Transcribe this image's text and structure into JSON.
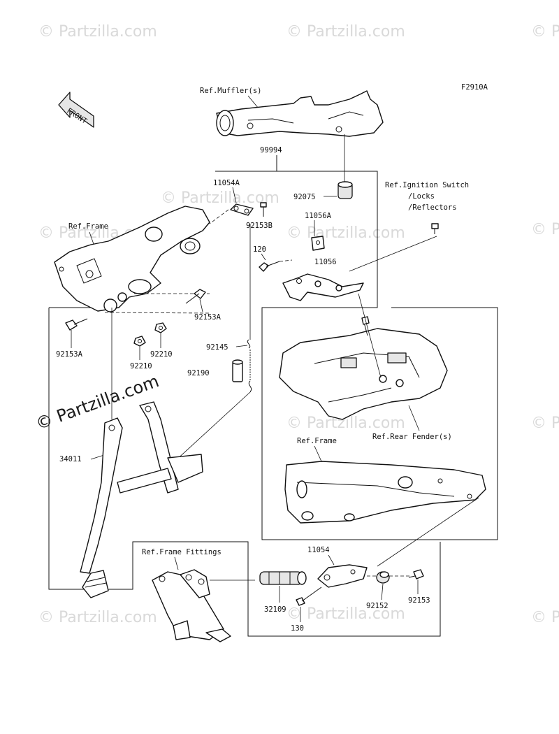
{
  "diagram_code": "F2910A",
  "front_arrow_label": "FRONT",
  "watermarks": {
    "light": "© Partzilla.com",
    "dark": "© Partzilla.com"
  },
  "parts": [
    {
      "number": "99994"
    },
    {
      "number": "11054A"
    },
    {
      "number": "92153B"
    },
    {
      "number": "92075"
    },
    {
      "number": "11056A"
    },
    {
      "number": "120"
    },
    {
      "number": "11056"
    },
    {
      "number": "92153A"
    },
    {
      "number": "92153A"
    },
    {
      "number": "92210"
    },
    {
      "number": "92210"
    },
    {
      "number": "92145"
    },
    {
      "number": "92190"
    },
    {
      "number": "34011"
    },
    {
      "number": "11054"
    },
    {
      "number": "32109"
    },
    {
      "number": "130"
    },
    {
      "number": "92152"
    },
    {
      "number": "92153"
    }
  ],
  "references": {
    "muffler": "Ref.Muffler(s)",
    "frame_top": "Ref.Frame",
    "ignition": [
      "Ref.Ignition Switch",
      "/Locks",
      "/Reflectors"
    ],
    "rear_fender": "Ref.Rear Fender(s)",
    "frame_mid": "Ref.Frame",
    "frame_fittings": "Ref.Frame Fittings"
  }
}
